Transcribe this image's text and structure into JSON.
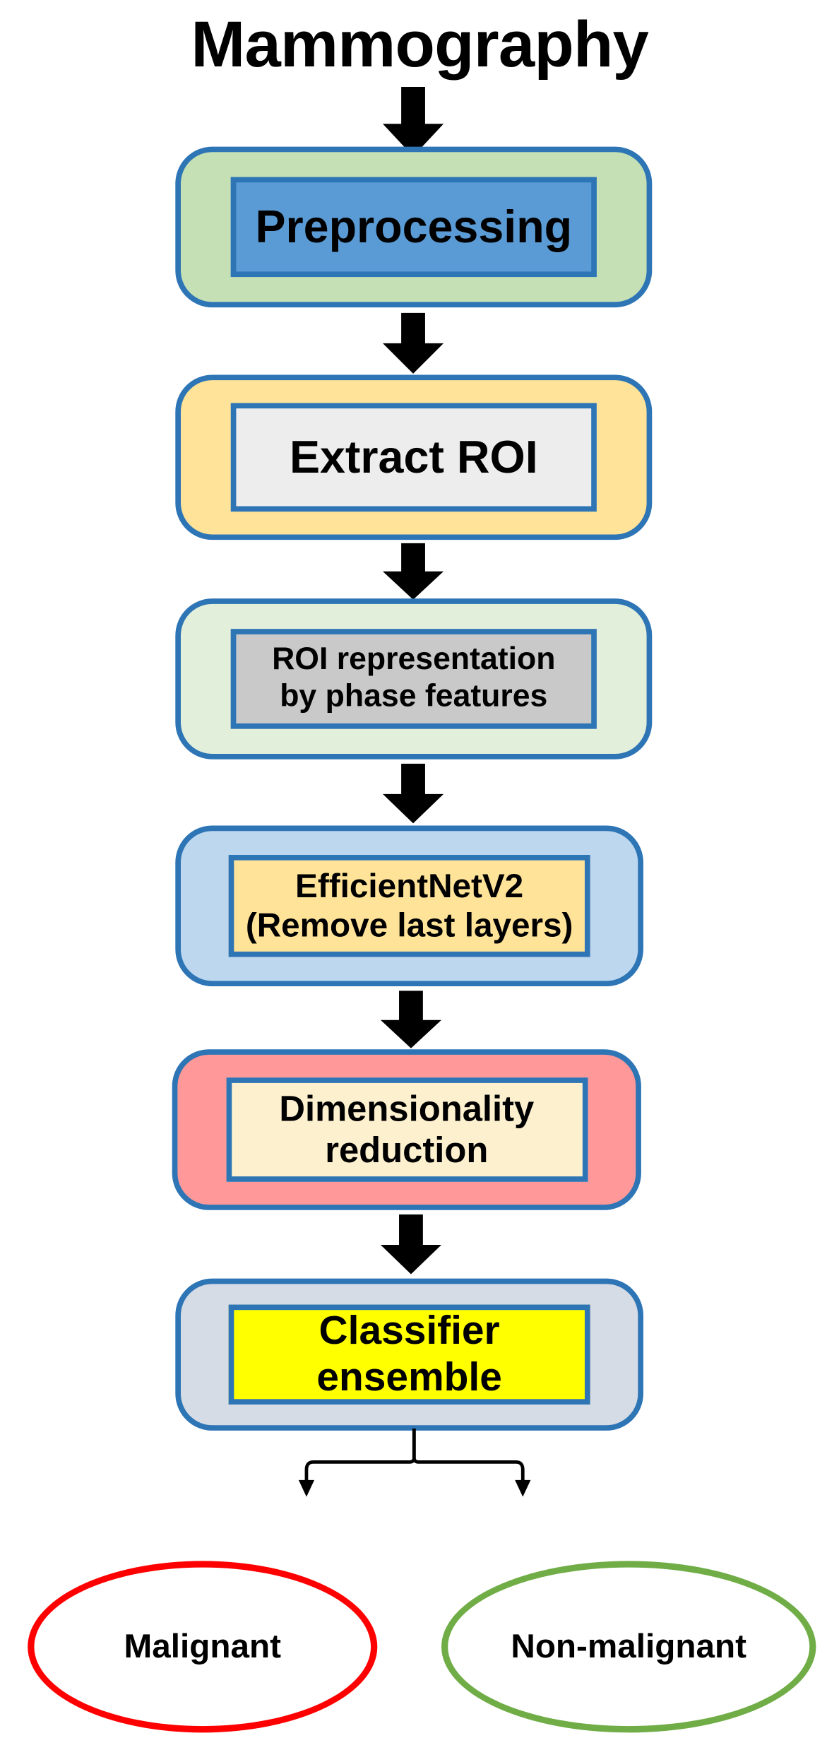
{
  "title": "Mammography",
  "colors": {
    "stage_border": "#2E75B6",
    "arrow": "#000000",
    "malignant_ellipse": "#FF0000",
    "nonmalignant_ellipse": "#70AD47",
    "preprocessing_outer": "#C5E0B4",
    "preprocessing_inner": "#5B9BD5",
    "extract_roi_outer": "#FFE399",
    "extract_roi_inner": "#EDEDED",
    "roi_rep_outer": "#E2EFDA",
    "roi_rep_inner": "#C9C9C9",
    "efficientnet_outer": "#BDD7EE",
    "efficientnet_inner": "#FFE399",
    "dimred_outer": "#FF9999",
    "dimred_inner": "#FCF0CE",
    "classifier_outer": "#D6DCE5",
    "classifier_inner": "#FFFF00"
  },
  "stages": [
    {
      "id": "preprocessing",
      "label": "Preprocessing",
      "font_size": 42
    },
    {
      "id": "extract-roi",
      "label": "Extract ROI",
      "font_size": 42
    },
    {
      "id": "roi-representation",
      "label": "ROI representation\nby phase features",
      "font_size": 29
    },
    {
      "id": "efficientnetv2",
      "label": "EfficientNetV2\n(Remove last layers)",
      "font_size": 31
    },
    {
      "id": "dimensionality-reduction",
      "label": "Dimensionality\nreduction",
      "font_size": 33
    },
    {
      "id": "classifier-ensemble",
      "label": "Classifier\nensemble",
      "font_size": 37
    }
  ],
  "outcomes": [
    {
      "id": "malignant",
      "label": "Malignant"
    },
    {
      "id": "non-malignant",
      "label": "Non-malignant"
    }
  ],
  "icons": {
    "down_arrow": "down-arrow-icon",
    "branch_arrow": "branch-arrow-icon"
  }
}
